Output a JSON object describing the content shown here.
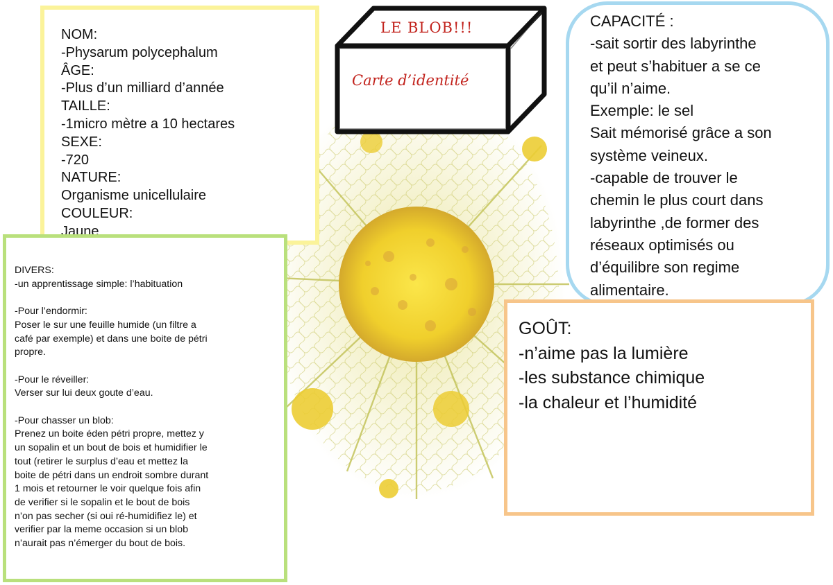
{
  "title": {
    "main": "LE BLOB!!!",
    "subtitle": "Carte d’identité"
  },
  "identity": {
    "lines": [
      "NOM:",
      "-Physarum polycephalum",
      "ÂGE:",
      "-Plus d’un milliard d’année",
      "TAILLE:",
      "-1micro mètre a 10 hectares",
      "SEXE:",
      "-720",
      "NATURE:",
      "Organisme unicellulaire",
      "COULEUR:",
      "Jaune"
    ]
  },
  "divers": {
    "lines": [
      "DIVERS:",
      "-un apprentissage simple: l’habituation",
      "",
      "-Pour l’endormir:",
      "Poser le sur une feuille humide (un filtre a",
      "café par exemple) et dans une boite de pétri",
      "propre.",
      "",
      "-Pour le réveiller:",
      "Verser sur lui deux goute d’eau.",
      "",
      "-Pour chasser un blob:",
      "Prenez un boite éden pétri propre, mettez y",
      "un sopalin et un bout de bois et humidifier le",
      "tout (retirer le surplus d’eau et mettez la",
      "boite de pétri dans un endroit sombre durant",
      "1 mois et retourner le voir quelque fois afin",
      "de verifier si le sopalin et le bout de bois",
      "n’on pas secher (si oui ré-humidifiez le) et",
      "verifier par la meme occasion si un blob",
      "n’aurait pas n’émerger du bout de bois."
    ]
  },
  "capacite": {
    "lines": [
      "CAPACITÉ :",
      "-sait sortir des labyrinthe",
      "et peut s’habituer a se ce",
      "qu’il n’aime.",
      "Exemple: le sel",
      "Sait mémorisé grâce a son",
      "système veineux.",
      "-capable de trouver le",
      "chemin le plus court dans",
      "labyrinthe ,de former des",
      "réseaux optimisés ou",
      "d’équilibre son regime",
      "alimentaire."
    ]
  },
  "gout": {
    "lines": [
      "GOÛT:",
      "-n’aime pas la lumière",
      "-les substance chimique",
      "-la chaleur et l’humidité"
    ]
  },
  "colors": {
    "identity_border": "#fbf39a",
    "divers_border": "#b9e07c",
    "capacite_border": "#a6d8f0",
    "gout_border": "#f7c58a",
    "title_text": "#c2231d",
    "blob_yellow": "#f2d63a"
  }
}
